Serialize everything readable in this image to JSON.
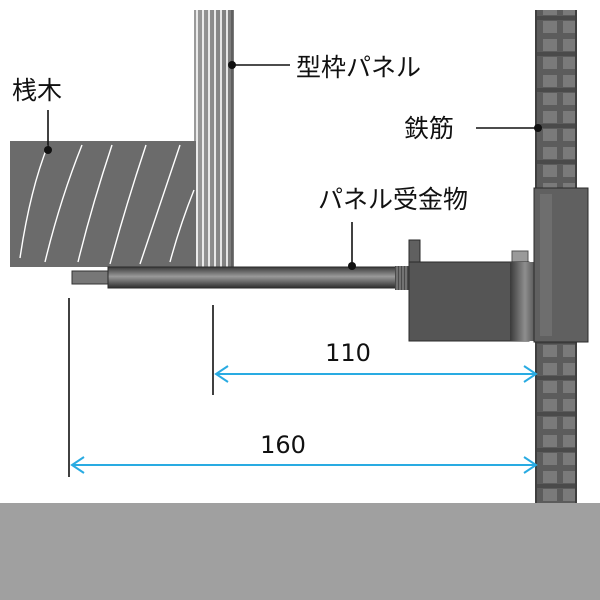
{
  "labels": {
    "sanki": "桟木",
    "katawaku_panel": "型枠パネル",
    "tekkin": "鉄筋",
    "panel_ukekanamono": "パネル受金物"
  },
  "dimensions": {
    "inner": "110",
    "outer": "160"
  },
  "colors": {
    "wood": "#6b6b6b",
    "panel": "#8a8a8a",
    "rebar": "#5c5c5c",
    "bracket": "#555555",
    "ground": "#a0a0a0",
    "dimension_arrow": "#29abe2",
    "leader": "#111111"
  }
}
